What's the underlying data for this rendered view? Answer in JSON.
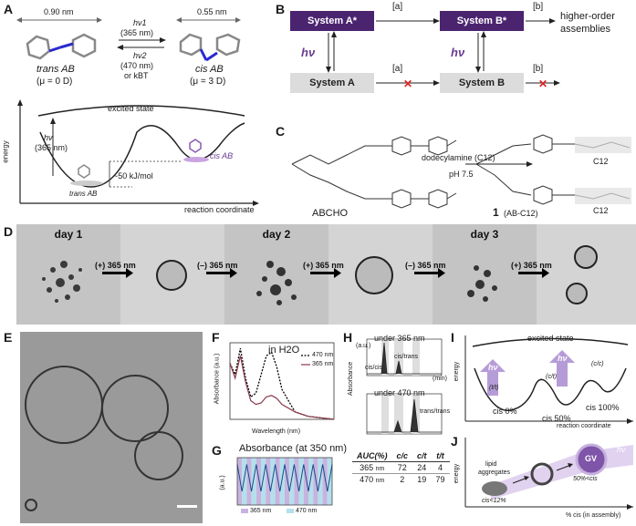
{
  "panels": {
    "A": "A",
    "B": "B",
    "C": "C",
    "D": "D",
    "E": "E",
    "F": "F",
    "G": "G",
    "H": "H",
    "I": "I",
    "J": "J"
  },
  "a": {
    "trans_len": "0.90 nm",
    "cis_len": "0.55 nm",
    "hv1": "hν1",
    "hv1_wl": "(365 nm)",
    "hv2": "hν2",
    "hv2_wl": "(470 nm)",
    "or_kbt": "or kBT",
    "trans_name": "trans AB",
    "trans_mu": "(μ = 0 D)",
    "cis_name": "cis AB",
    "cis_mu": "(μ = 3 D)",
    "excited": "excited state",
    "hv": "hν",
    "hv_wl": "(365 nm)",
    "energy_gap": "~50 kJ/mol",
    "cis_well": "cis AB",
    "trans_well": "trans AB",
    "y_axis": "energy",
    "x_axis": "reaction coordinate"
  },
  "b": {
    "sysA_star": "System A*",
    "sysB_star": "System B*",
    "sysA": "System A",
    "sysB": "System B",
    "a1": "[a]",
    "b1": "[b]",
    "a2": "[a]",
    "b2": "[b]",
    "hv_left": "hν",
    "hv_right": "hν",
    "higher1": "higher-order",
    "higher2": "assemblies"
  },
  "c": {
    "reagent": "dodecylamine (C12)",
    "ph": "pH 7.5",
    "ab_cho": "ABCHO",
    "product": "1",
    "product_sub": "(AB-C12)",
    "c12a": "C12",
    "c12b": "C12"
  },
  "d": {
    "day1": "day 1",
    "day2": "day 2",
    "day3": "day 3",
    "step1": "(+) 365 nm",
    "step2": "(–) 365 nm",
    "step3": "(+) 365 nm",
    "step4": "(–) 365 nm",
    "step5": "(+) 365 nm"
  },
  "f": {
    "title": "in H2O",
    "ylabel": "Absorbance (a.u.)",
    "xlabel": "Wavelength (nm)",
    "leg470": "470 nm",
    "leg365": "365 nm"
  },
  "g": {
    "title": "Absorbance (at 350 nm)",
    "ylabel": "(a.u.)",
    "leg365": "365 nm",
    "leg470": "470 nm"
  },
  "h": {
    "under365": "under 365 nm",
    "under470": "under 470 nm",
    "ylabel": "Absorbance",
    "unit": "(a.u.)",
    "min": "(min)",
    "peak_cc": "cis/cis",
    "peak_ct": "cis/trans",
    "peak_tt": "trans/trans",
    "auc_label": "AUC(%)",
    "col_cc": "c/c",
    "col_ct": "c/t",
    "col_tt": "t/t",
    "rows": [
      {
        "label": "365",
        "unit": "nm",
        "cc": "72",
        "ct": "24",
        "tt": "4"
      },
      {
        "label": "470",
        "unit": "nm",
        "cc": "2",
        "ct": "19",
        "tt": "79"
      }
    ]
  },
  "i": {
    "excited": "excited state",
    "hv1": "hν",
    "hv2": "hν",
    "tt": "(t/t)",
    "ct": "(c/t)",
    "cc": "(c/c)",
    "cis0": "cis 0%",
    "cis50": "cis 50%",
    "cis100": "cis 100%",
    "y_axis": "energy",
    "x_axis": "reaction coordinate"
  },
  "j": {
    "lipid1": "lipid",
    "lipid2": "aggregates",
    "cis_lt": "cis<12%",
    "gv": "GV",
    "cis_gt": "50%<cis",
    "hv": "hν",
    "y_axis": "energy",
    "x_axis": "% cis (in assembly)"
  },
  "chart_data": [
    {
      "type": "line",
      "title": "in H2O",
      "xlabel": "Wavelength (nm)",
      "ylabel": "Absorbance (a.u.)",
      "xlim": [
        200,
        600
      ],
      "series": [
        {
          "name": "470 nm",
          "x": [
            200,
            220,
            240,
            260,
            280,
            300,
            320,
            340,
            360,
            380,
            400,
            450,
            500,
            600
          ],
          "y": [
            0.75,
            0.6,
            0.95,
            0.55,
            0.3,
            0.35,
            0.6,
            0.85,
            0.9,
            0.7,
            0.4,
            0.1,
            0.04,
            0.0
          ]
        },
        {
          "name": "365 nm",
          "x": [
            200,
            220,
            240,
            260,
            280,
            300,
            320,
            340,
            360,
            380,
            400,
            450,
            500,
            600
          ],
          "y": [
            0.75,
            0.55,
            0.85,
            0.5,
            0.25,
            0.2,
            0.22,
            0.3,
            0.32,
            0.28,
            0.2,
            0.1,
            0.04,
            0.0
          ]
        }
      ]
    },
    {
      "type": "line",
      "title": "Absorbance (at 350 nm)",
      "ylabel": "(a.u.)",
      "ylim": [
        0,
        0.7
      ],
      "cycles": 10,
      "high": 0.6,
      "low": 0.2
    }
  ]
}
